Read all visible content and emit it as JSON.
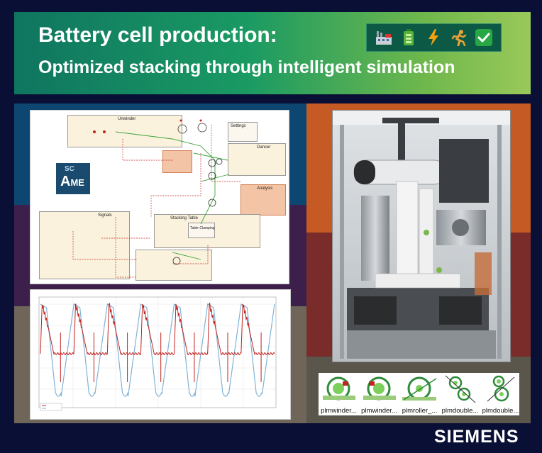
{
  "banner": {
    "title_line1": "Battery cell production:",
    "title_line2": "Optimized stacking through intelligent simulation",
    "icons": [
      "factory-icon",
      "battery-icon",
      "lightning-icon",
      "runner-icon",
      "checkmark-icon"
    ]
  },
  "panels": {
    "left_colors": [
      "#0d4670",
      "#3c1f4a",
      "#6f6659"
    ],
    "right_colors": [
      "#c65a24",
      "#7a2c2a",
      "#5b564c"
    ]
  },
  "schematic": {
    "logo_sc": "SC",
    "logo_a": "A",
    "logo_me": "ME",
    "blocks": [
      "Unwinder",
      "Settings",
      "Dancer",
      "Analysis",
      "Signals",
      "Stacking Table",
      "Table Clamping"
    ]
  },
  "thumbnails": [
    {
      "label": "plmwinder...",
      "icon": "winder-icon"
    },
    {
      "label": "plmwinder...",
      "icon": "winder-icon"
    },
    {
      "label": "plmroller_...",
      "icon": "roller-icon"
    },
    {
      "label": "plmdouble...",
      "icon": "double-roller-icon"
    },
    {
      "label": "plmdouble...",
      "icon": "double-roller-icon"
    }
  ],
  "brand": "SIEMENS",
  "colors": {
    "accent_green": "#1a9a63",
    "signal_red": "#c2221e",
    "signal_blue": "#7fb3d6"
  }
}
